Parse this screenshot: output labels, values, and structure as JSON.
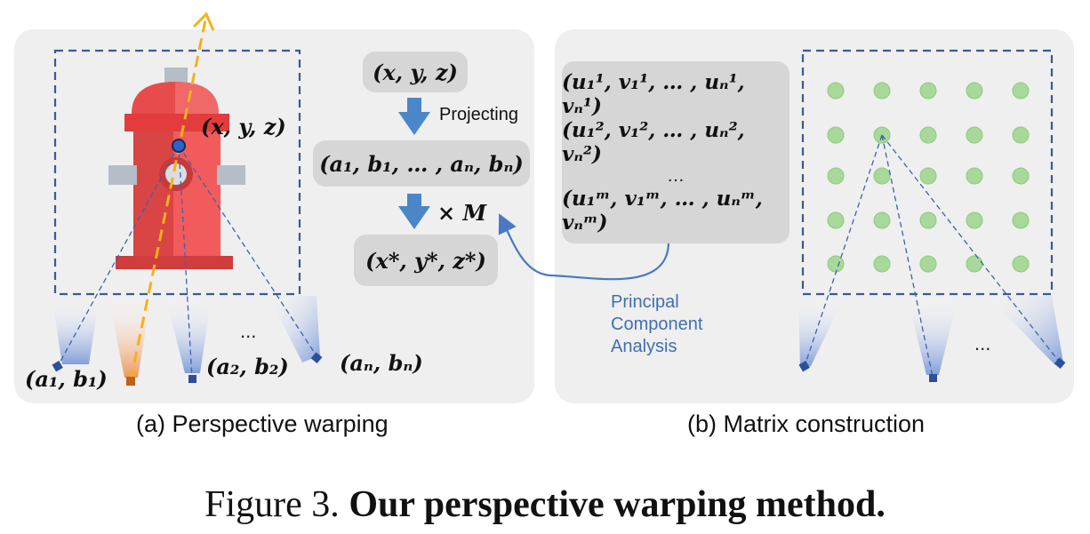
{
  "panel_a": {
    "point_3d_label": "(x, y, z)",
    "camera_labels": [
      "(a₁, b₁)",
      "(a₂, b₂)",
      "(aₙ, bₙ)"
    ],
    "ellipsis": "...",
    "caption": "(a) Perspective warping"
  },
  "flow": {
    "input": "(x, y, z)",
    "step1_label": "Projecting",
    "projected": "(a₁, b₁, … , aₙ, bₙ)",
    "step2_label": "× M",
    "output": "(x*, y*, z*)"
  },
  "panel_b": {
    "matrix_rows": [
      "(u₁¹, v₁¹, … , uₙ¹, vₙ¹)",
      "(u₁², v₁², … , uₙ², vₙ²)",
      "…",
      "(u₁ᵐ, v₁ᵐ, … , uₙᵐ, vₙᵐ)"
    ],
    "pca_lines": [
      "Principal",
      "Component",
      "Analysis"
    ],
    "ellipsis": "...",
    "caption": "(b) Matrix construction"
  },
  "figure_caption": {
    "prefix": "Figure 3.",
    "title": "Our perspective warping method."
  },
  "colors": {
    "panel_bg": "#efefef",
    "box_bg": "#d6d6d6",
    "dashed_frame": "#3a5a96",
    "camera": "#2d4f9c",
    "camera_highlight": "#c0601a",
    "ray": "#f2b21e",
    "arrow_blue": "#4a86c8",
    "grid_dot": "#a8d89a",
    "hydrant_red": "#e84b4b"
  }
}
